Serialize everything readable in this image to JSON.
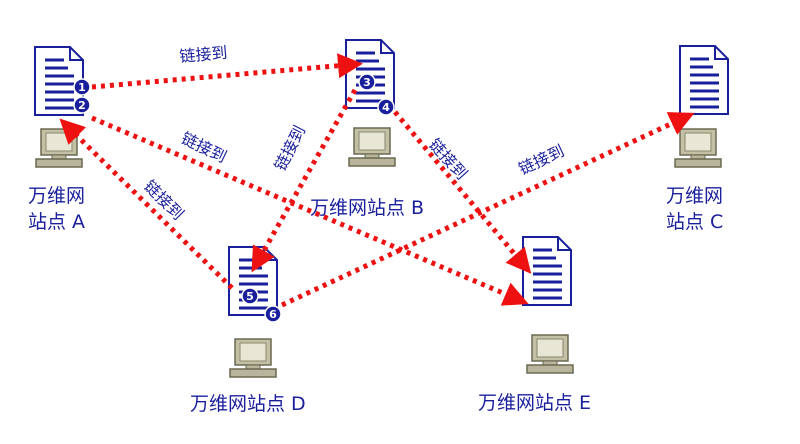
{
  "diagram": {
    "link_label": "链接到",
    "sites": {
      "A": {
        "line1": "万维网",
        "line2": "站点 A"
      },
      "B": {
        "line1": "万维网站点 B"
      },
      "C": {
        "line1": "万维网",
        "line2": "站点 C"
      },
      "D": {
        "line1": "万维网站点 D"
      },
      "E": {
        "line1": "万维网站点 E"
      }
    },
    "anchors": [
      "1",
      "2",
      "3",
      "4",
      "5",
      "6"
    ],
    "links": [
      {
        "from": "1",
        "to": "B"
      },
      {
        "from": "2",
        "to": "E"
      },
      {
        "from": "3",
        "to": "D"
      },
      {
        "from": "4",
        "to": "E"
      },
      {
        "from": "5",
        "to": "A"
      },
      {
        "from": "6",
        "to": "C"
      }
    ],
    "colors": {
      "doc": "#1a1f9c",
      "link": "#ee1111",
      "computer": "#b9b59c",
      "text": "#1a1f9c"
    }
  }
}
